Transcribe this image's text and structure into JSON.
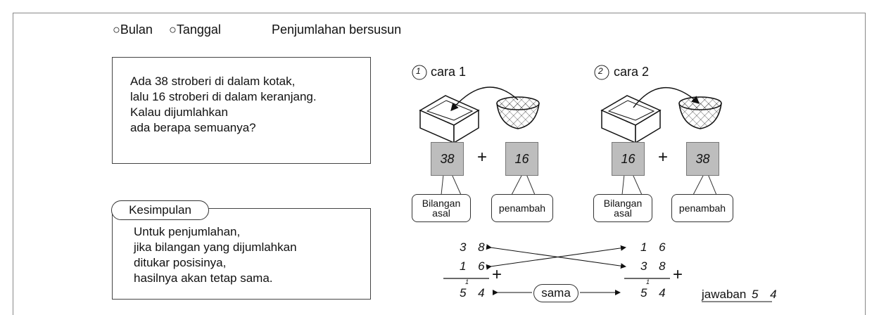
{
  "header": {
    "month": "Bulan",
    "date": "Tanggal",
    "title": "Penjumlahan bersusun"
  },
  "problem": {
    "lines": [
      "Ada 38 stroberi di dalam kotak,",
      "lalu 16 stroberi di dalam keranjang.",
      "Kalau dijumlahkan",
      "ada berapa semuanya?"
    ]
  },
  "conclusion": {
    "tag": "Kesimpulan",
    "lines": [
      "Untuk penjumlahan,",
      "jika bilangan yang dijumlahkan",
      "ditukar posisinya,",
      "hasilnya akan tetap sama."
    ]
  },
  "method1": {
    "marker": "1",
    "label": "cara 1",
    "a": "38",
    "b": "16",
    "label_a": [
      "Bilangan",
      "asal"
    ],
    "label_b": "penambah"
  },
  "method2": {
    "marker": "2",
    "label": "cara 2",
    "a": "16",
    "b": "38",
    "label_a": [
      "Bilangan",
      "asal"
    ],
    "label_b": "penambah"
  },
  "plus": "+",
  "column1": {
    "top": "3 8",
    "bottom": "1 6",
    "carry": "1",
    "result": "5 4"
  },
  "column2": {
    "top": "1 6",
    "bottom": "3 8",
    "carry": "1",
    "result": "5 4"
  },
  "same": "sama",
  "answer": {
    "label": "jawaban",
    "value": "5 4"
  }
}
